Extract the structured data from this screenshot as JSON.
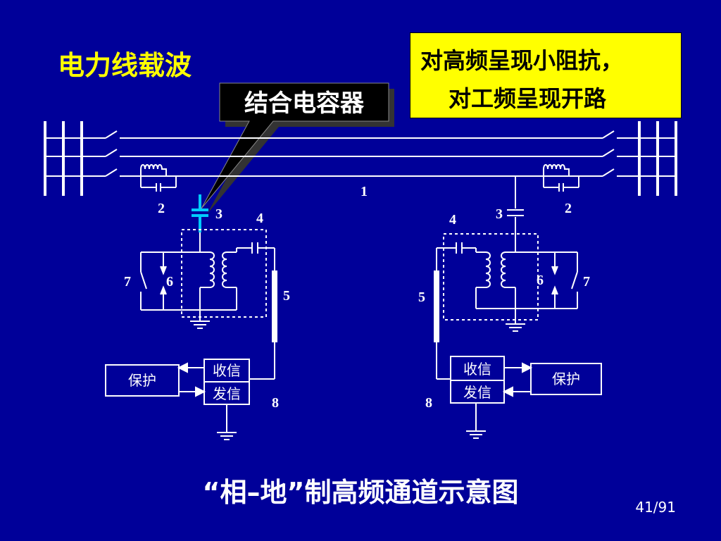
{
  "title": "电力线载波",
  "note": {
    "line1": "对高频呈现小阻抗，",
    "line2": "对工频呈现开路"
  },
  "callout": "结合电容器",
  "caption": "“相–地”制高频通道示意图",
  "page": "41/91",
  "labels": {
    "line": "1",
    "trap": "2",
    "capacitor": "3",
    "filter": "4",
    "cable": "5",
    "switch": "6",
    "earth_switch": "7",
    "transceiver": "8"
  },
  "boxes": {
    "protection": "保护",
    "receive": "收信",
    "send": "发信"
  },
  "colors": {
    "background": "#000099",
    "note_bg": "#ffff00",
    "title": "#ffff00",
    "capacitor_highlight": "#00ccff",
    "lines": "#ffffff"
  }
}
